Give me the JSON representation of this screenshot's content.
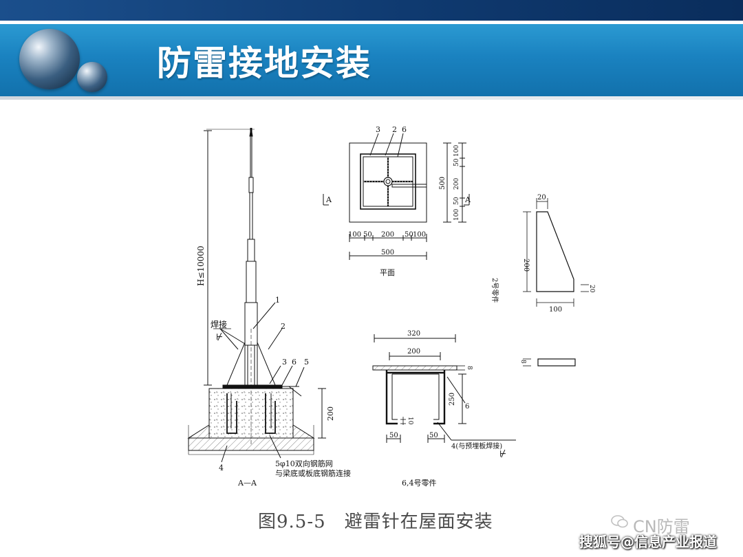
{
  "header": {
    "title": "防雷接地安装"
  },
  "caption": "图9.5-5　避雷针在屋面安装",
  "watermark": {
    "brand": "CN防雷",
    "source": "搜狐号@信息产业报道"
  },
  "colors": {
    "title_bar": "#1a82c0",
    "top_band": "#0f3a70",
    "title_text": "#ffffff"
  },
  "drawing": {
    "section_view": {
      "label": "A—A",
      "height_dim": "H≤10000",
      "weld_label": "焊接",
      "part_numbers": [
        "1",
        "2",
        "3",
        "6",
        "5",
        "4"
      ],
      "base_dim": "200",
      "rebar_note_1": "5φ10双向钢筋网",
      "rebar_note_2": "与梁底或板底钢筋连接"
    },
    "plan_view": {
      "label": "平面",
      "part_numbers": [
        "3",
        "2",
        "6"
      ],
      "bottom_dims": [
        "100",
        "50",
        "200",
        "50",
        "100"
      ],
      "total_dim": "500",
      "side_dims": [
        "100",
        "50",
        "200",
        "50",
        "100"
      ],
      "side_total": "500",
      "section_mark": "A"
    },
    "part2": {
      "label": "2号零件",
      "top_dim": "20",
      "height_dim": "200",
      "bottom_dim": "100",
      "foot_dim": "20",
      "plate_dim": "8"
    },
    "part64": {
      "label": "6,4号零件",
      "top_dim": "320",
      "inner_dim": "200",
      "plate_dim": "8",
      "height_dim": "250",
      "gap_dim": "10",
      "flange_left": "50",
      "flange_right": "50",
      "part6": "6",
      "part4_note": "4(与预埋板焊接)"
    }
  }
}
